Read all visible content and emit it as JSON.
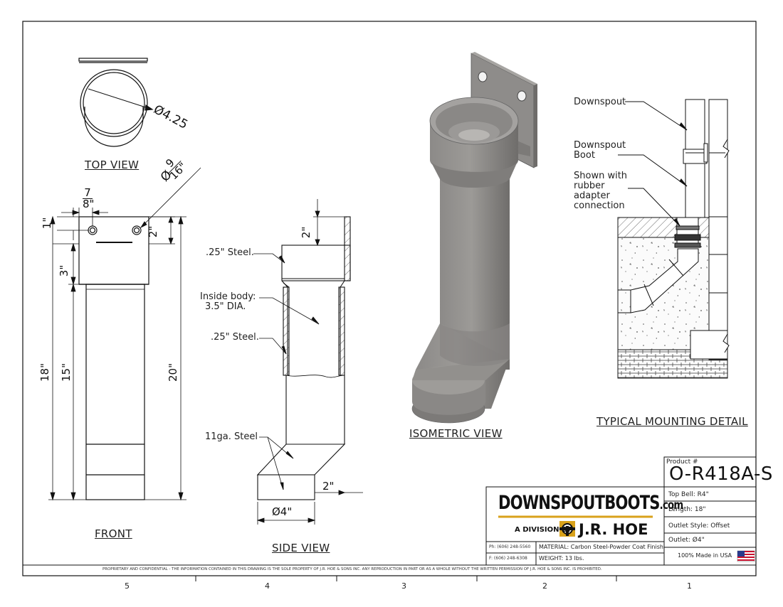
{
  "views": {
    "top_view": "TOP VIEW",
    "front": "FRONT",
    "side_view": "SIDE VIEW",
    "isometric_view": "ISOMETRIC VIEW",
    "mounting_detail": "TYPICAL MOUNTING DETAIL"
  },
  "dimensions": {
    "top_dia": "Ø4.25",
    "hole_dia_symbol": "Ø",
    "hole_dia_num": "9",
    "hole_dia_den": "16\"",
    "seven_num": "7",
    "seven_den": "8\"",
    "one_inch": "1\"",
    "two_inch_front": "2\"",
    "three_inch": "3\"",
    "eighteen": "18\"",
    "fifteen": "15\"",
    "twenty": "20\"",
    "two_inch_side_top": "2\"",
    "two_inch_side_bottom": "2\"",
    "four_dia": "Ø4\""
  },
  "callouts": {
    "steel_top": ".25\" Steel.",
    "inside_body_1": "Inside body:",
    "inside_body_2": "3.5\" DIA.",
    "steel_mid": ".25\" Steel.",
    "gauge_steel": "11ga. Steel",
    "downspout": "Downspout",
    "boot_1": "Downspout",
    "boot_2": "Boot",
    "shown_1": "Shown with",
    "shown_2": "rubber",
    "shown_3": "adapter",
    "shown_4": "connection"
  },
  "title_block": {
    "brand_main": "DOWNSPOUTBOOTS",
    "brand_tld": ".com",
    "division": "A DIVISION OF",
    "company": "J.R. HOE",
    "product_label": "Product #",
    "product_number": "O-R418A-S",
    "top_bell": "Top Bell: R4\"",
    "length": "Length: 18\"",
    "outlet_style": "Outlet Style: Offset",
    "outlet": "Outlet: Ø4\"",
    "made_in": "100% Made in USA",
    "phone": "Ph: (606) 248-5560",
    "fax": "F: (606) 248-6308",
    "material": "MATERIAL: Carbon Steel-Powder Coat Finish",
    "weight": "WEIGHT: 13 lbs."
  },
  "notice": "PROPRIETARY AND CONFIDENTIAL  -  THE INFORMATION CONTAINED IN THIS DRAWING IS THE SOLE PROPERTY OF J.R. HOE & SONS INC.   ANY REPRODUCTION IN PART OR AS A WHOLE WITHOUT THE WRITTEN PERMISSION OF J.R. HOE & SONS INC. IS PROHIBITED.",
  "zones": [
    "5",
    "4",
    "3",
    "2",
    "1"
  ],
  "colors": {
    "line": "#111111",
    "steel_gray": "#8a8886",
    "steel_dark": "#6e6c6a",
    "steel_light": "#b3b1ae",
    "flag_red": "#c8102e",
    "flag_blue": "#2a3a8c"
  }
}
